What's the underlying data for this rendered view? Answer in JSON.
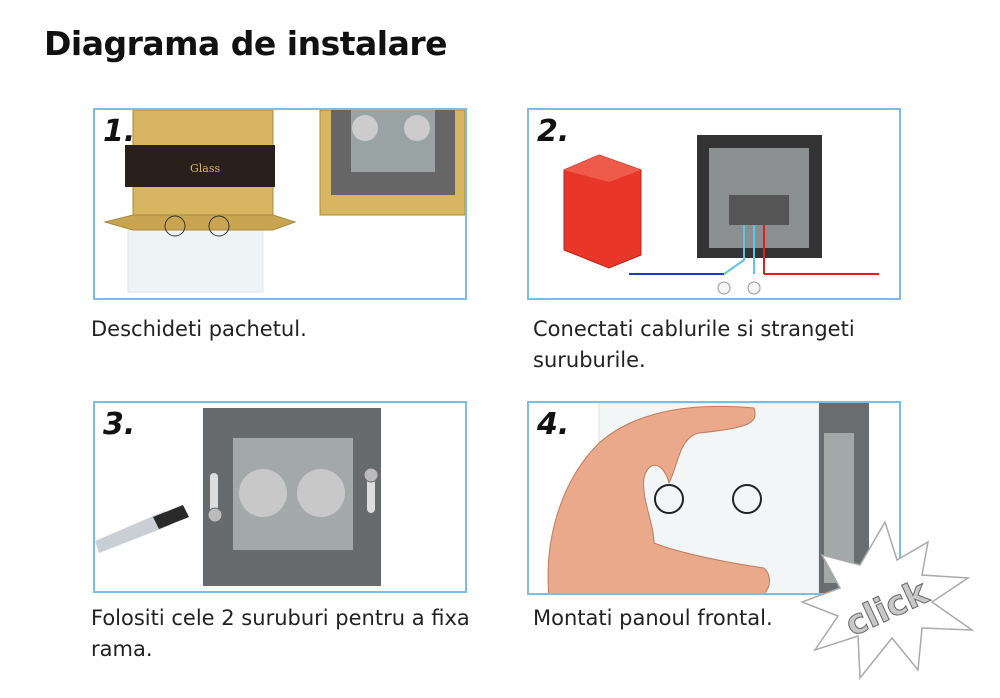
{
  "title": "Diagrama de instalare",
  "steps": [
    {
      "number": "1.",
      "caption": "Deschideti pachetul."
    },
    {
      "number": "2.",
      "caption": "Conectati cablurile si strangeti suruburile."
    },
    {
      "number": "3.",
      "caption": "Folositi cele 2 suruburi pentru a fixa rama."
    },
    {
      "number": "4.",
      "caption": "Montati panoul frontal."
    }
  ],
  "click_label": "click",
  "colors": {
    "frame": "#7bbde6",
    "box_gold": "#d8b560",
    "junction_box": "#e8372a",
    "wire_live": "#e0201b",
    "wire_neutral": "#1b3fb0"
  }
}
